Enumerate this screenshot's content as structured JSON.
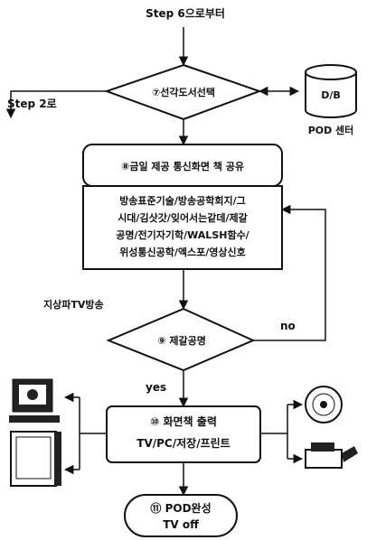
{
  "start_label": "Step 6으로부터",
  "step2_label": "Step 2로",
  "decision_select": "⑦선각도서선택",
  "db_label": "D/B",
  "pod_center": "POD 센터",
  "sharing_title": "⑧금일 제공 통신화면 책 공유",
  "content_lines": [
    "방송표준기술/방송공학회지/그",
    "시대/김삿갓/잊어서는같데/제갈",
    "공명/전기자기학/WALSH함수/",
    "위성통신공학/엑스포/영상신호"
  ],
  "broadcast_label": "지상파TV방송",
  "decision_confirm": "⑨ 제갈공명",
  "no_label": "no",
  "yes_label": "yes",
  "output_title": "⑩ 화면책 출력",
  "output_sub": "TV/PC/저장/프린트",
  "end_title": "⑪ POD완성",
  "end_sub": "TV off"
}
